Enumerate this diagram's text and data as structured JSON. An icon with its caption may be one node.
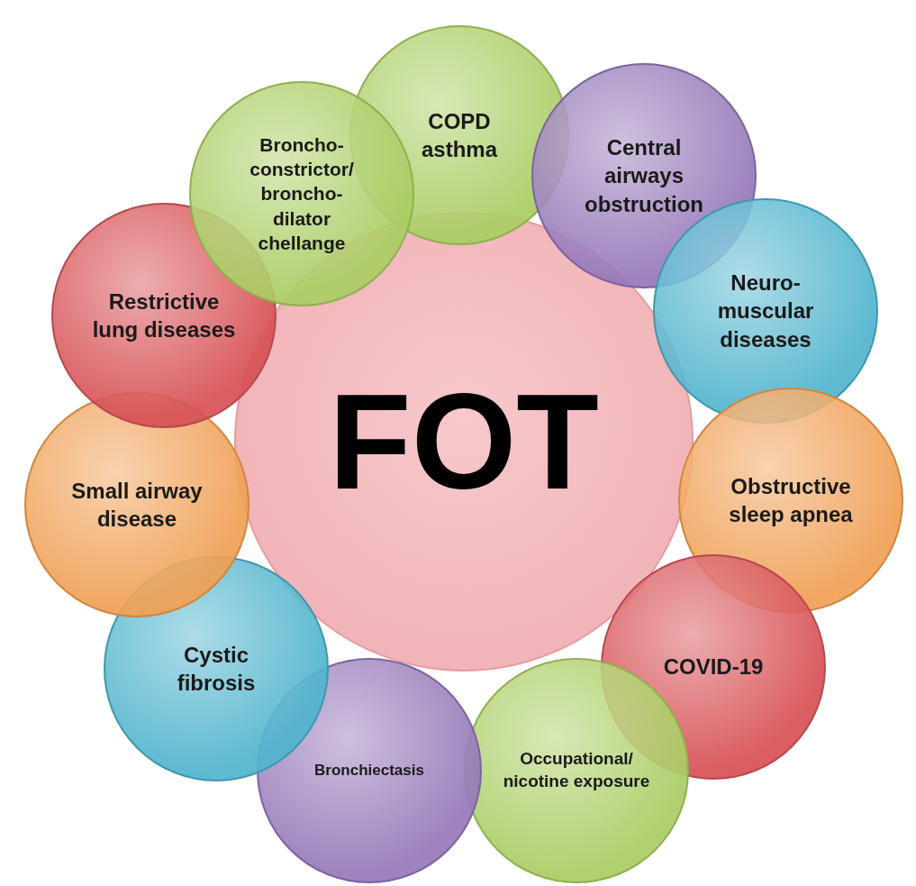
{
  "diagram": {
    "nodes": [
      {
        "text": [
          "FOT"
        ]
      },
      {
        "text": [
          "COPD asthma"
        ]
      },
      {
        "text": [
          "Central airways obstruction"
        ]
      },
      {
        "text": [
          "Neuro-muscular diseases"
        ]
      },
      {
        "text": [
          "Obstructive sleep apnea"
        ]
      },
      {
        "text": [
          "COVID-19"
        ]
      },
      {
        "text": [
          "Occupational/ nicotine exposure"
        ]
      },
      {
        "text": [
          "Bronchiectasis"
        ]
      },
      {
        "text": [
          "Cystic fibrosis"
        ]
      },
      {
        "text": [
          "Small airway disease"
        ]
      },
      {
        "text": [
          "Restrictive lung diseases"
        ]
      },
      {
        "text": [
          "Broncho-constrictor/ broncho-dilator chellange"
        ]
      }
    ],
    "edges": []
  }
}
